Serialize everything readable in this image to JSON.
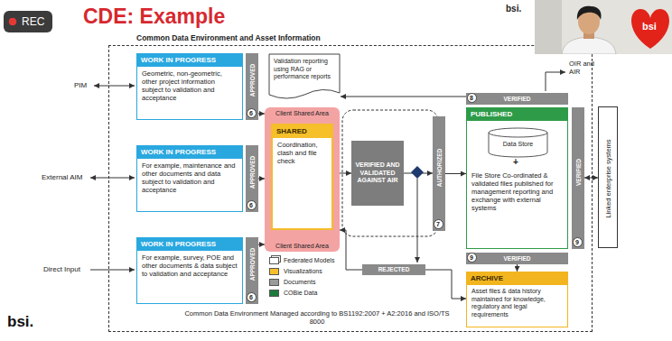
{
  "diagram": {
    "title": "CDE: Example",
    "nodes": [
      {
        "text": [
          "Common Data Environment and Asset Information",
          "Common Data Environment Managed according to BS1192:2007 + A2:2016 and ISO/TS 8000"
        ]
      },
      {
        "text": [
          "WORK IN PROGRESS",
          "Geometric, non-geometric, other project information subject to validation and acceptance"
        ],
        "in": 0
      },
      {
        "text": [
          "APPROVED"
        ],
        "in": 0
      },
      {
        "text": [
          "WORK IN PROGRESS",
          "For example, maintenance and other documents and data subject to validation and acceptance"
        ],
        "in": 0
      },
      {
        "text": [
          "APPROVED"
        ],
        "in": 0
      },
      {
        "text": [
          "WORK IN PROGRESS",
          "For example, survey, POE and other documents & data subject to validation and acceptance"
        ],
        "in": 0
      },
      {
        "text": [
          "APPROVED"
        ],
        "in": 0
      },
      {
        "text": [
          "Validation reporting using RAG or performance reports"
        ],
        "in": 0
      },
      {
        "text": [
          "Client Shared Area",
          "Client Shared Area"
        ],
        "in": 0
      },
      {
        "text": [
          "SHARED",
          "Coordination, clash and file check"
        ],
        "in": 8
      },
      {
        "text": [
          "VERIFIED AND VALIDATED AGAINST AIR"
        ],
        "in": 0
      },
      {
        "text": [
          "AUTHORIZED"
        ],
        "in": 0
      },
      {
        "text": [
          "REJECTED"
        ],
        "in": 0
      },
      {
        "text": [
          "VERIFIED"
        ],
        "in": 0
      },
      {
        "text": [
          "PUBLISHED",
          "File Store Co-ordinated & validated files published for management reporting and exchange with external systems"
        ],
        "in": 0
      },
      {
        "text": [
          "Data Store"
        ],
        "in": 14
      },
      {
        "text": [
          "VERIFIED"
        ],
        "in": 0
      },
      {
        "text": [
          "VERIFIED"
        ],
        "in": 0
      },
      {
        "text": [
          "ARCHIVE",
          "Asset files & data history maintained for knowledge, regulatory and legal requirements"
        ],
        "in": 0
      },
      {
        "text": [
          "Linked enterprise systems"
        ]
      }
    ],
    "edges": [
      {
        "from": 2,
        "to": 8,
        "arrow": "to"
      },
      {
        "from": 4,
        "to": 8,
        "arrow": "to"
      },
      {
        "from": 6,
        "to": 8,
        "arrow": "to"
      },
      {
        "from": 8,
        "to": 10,
        "arrow": "to"
      },
      {
        "from": 10,
        "to": 11,
        "arrow": "to"
      },
      {
        "from": 11,
        "to": 14,
        "arrow": "to"
      },
      {
        "from": 13,
        "to": 7,
        "arrow": "to"
      },
      {
        "from": 16,
        "to": 19,
        "arrow": "both"
      },
      {
        "from": 17,
        "to": 18,
        "arrow": "to"
      },
      {
        "from": 12,
        "to": 8,
        "arrow": "to"
      },
      {
        "from": 12,
        "to": 18,
        "arrow": "to"
      }
    ],
    "labels": [
      "REC",
      "PIM",
      "External AIM",
      "Direct Input",
      "6",
      "6",
      "6",
      "7",
      "8",
      "9",
      "9",
      "+",
      "OIR and AIR",
      "bsi.",
      "bsi.",
      "bsi"
    ],
    "legend": [
      {
        "text": "Federated Models"
      },
      {
        "text": "Visualizations",
        "color": "#f5c02a"
      },
      {
        "text": "Documents",
        "color": "#9a9a9a"
      },
      {
        "text": "COBie Data",
        "color": "#1e7b3e"
      }
    ]
  }
}
